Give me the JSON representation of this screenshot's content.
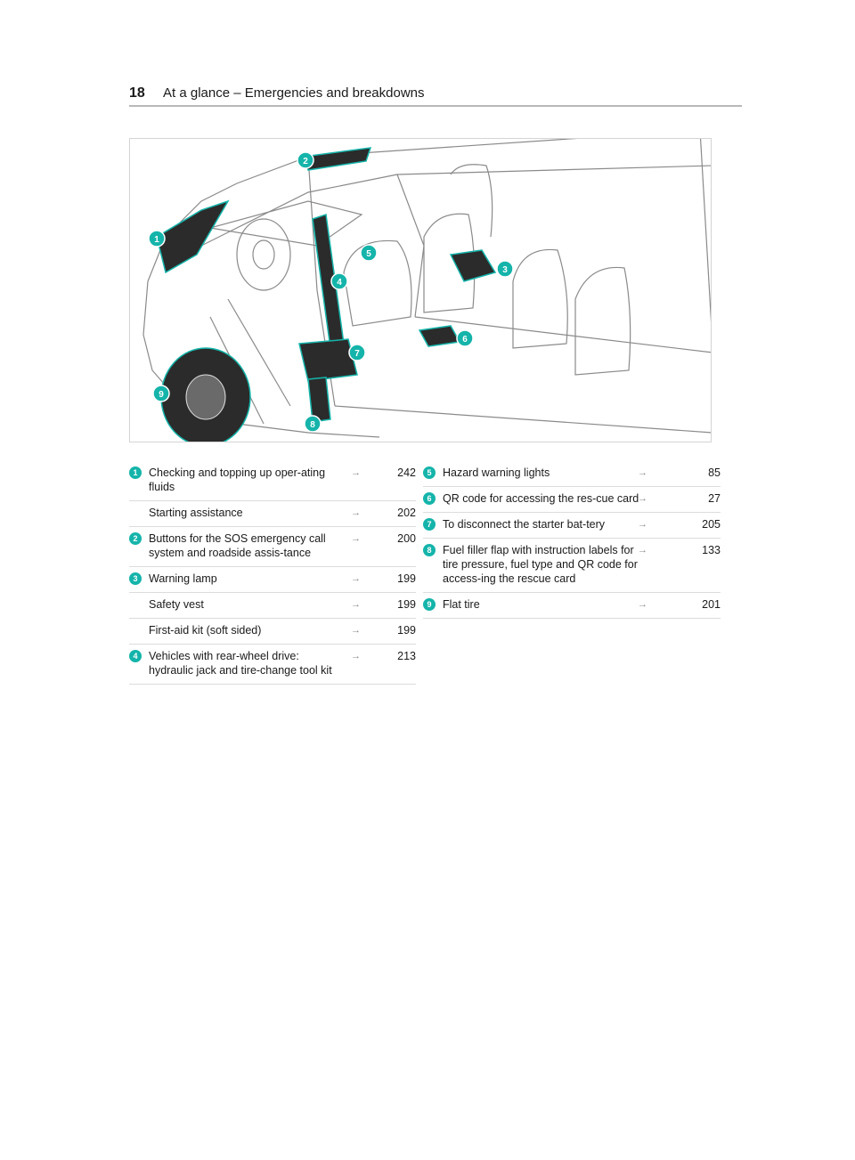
{
  "header": {
    "page_number": "18",
    "title": "At a glance – Emergencies and breakdowns"
  },
  "figure": {
    "callouts": [
      "1",
      "2",
      "3",
      "4",
      "5",
      "6",
      "7",
      "8",
      "9"
    ]
  },
  "left_items": [
    {
      "badge": "1",
      "label": "Checking and topping up oper-ating fluids",
      "arrow": "→",
      "page": "242"
    },
    {
      "badge": "",
      "label": "Starting assistance",
      "arrow": "→",
      "page": "202"
    },
    {
      "badge": "2",
      "label": "Buttons for the SOS emergency call system and roadside assis-tance",
      "arrow": "→",
      "page": "200"
    },
    {
      "badge": "3",
      "label": "Warning lamp",
      "arrow": "→",
      "page": "199"
    },
    {
      "badge": "",
      "label": "Safety vest",
      "arrow": "→",
      "page": "199"
    },
    {
      "badge": "",
      "label": "First-aid kit (soft sided)",
      "arrow": "→",
      "page": "199"
    },
    {
      "badge": "4",
      "label": "Vehicles with rear-wheel drive: hydraulic jack and tire-change tool kit",
      "arrow": "→",
      "page": "213"
    }
  ],
  "right_items": [
    {
      "badge": "5",
      "label": "Hazard warning lights",
      "arrow": "→",
      "page": "85"
    },
    {
      "badge": "6",
      "label": "QR code for accessing the res-cue card",
      "arrow": "→",
      "page": "27"
    },
    {
      "badge": "7",
      "label": "To disconnect the starter bat-tery",
      "arrow": "→",
      "page": "205"
    },
    {
      "badge": "8",
      "label": "Fuel filler flap with instruction labels for tire pressure, fuel type and QR code for access-ing the rescue card",
      "arrow": "→",
      "page": "133"
    },
    {
      "badge": "9",
      "label": "Flat tire",
      "arrow": "→",
      "page": "201"
    }
  ],
  "colors": {
    "accent": "#15b4aa",
    "line": "#555555"
  }
}
